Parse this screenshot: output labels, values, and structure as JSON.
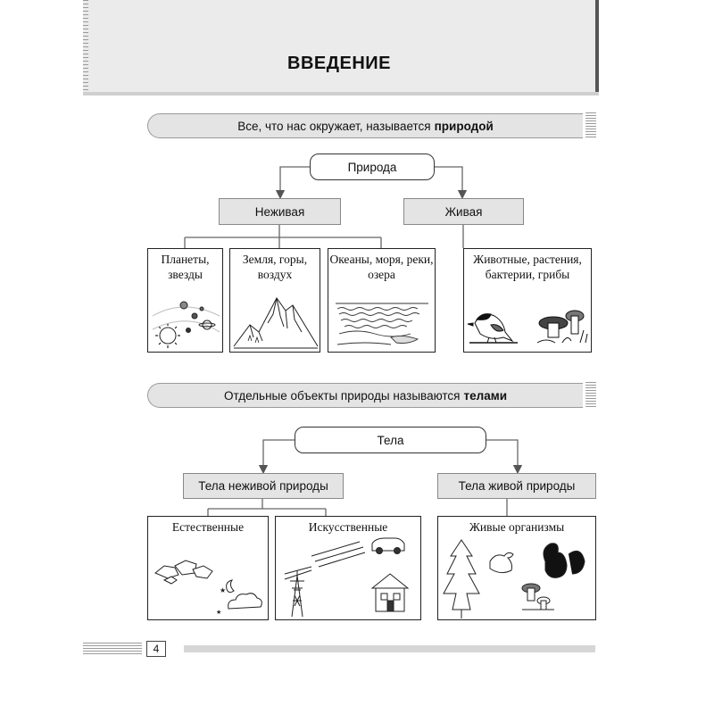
{
  "header": {
    "title": "ВВЕДЕНИЕ"
  },
  "section1": {
    "banner_text": "Все, что нас окружает, называется",
    "banner_bold": "природой",
    "root": "Природа",
    "left": "Неживая",
    "right": "Живая",
    "cards": [
      {
        "label": "Планеты, звезды"
      },
      {
        "label": "Земля, горы, воздух"
      },
      {
        "label": "Океаны, моря, реки, озера"
      },
      {
        "label": "Животные, растения, бактерии, грибы"
      }
    ]
  },
  "section2": {
    "banner_text": "Отдельные объекты природы называются",
    "banner_bold": "телами",
    "root": "Тела",
    "left": "Тела неживой природы",
    "right": "Тела живой природы",
    "cards": [
      {
        "label": "Естественные"
      },
      {
        "label": "Искусственные"
      },
      {
        "label": "Живые организмы"
      }
    ]
  },
  "footer": {
    "page_number": "4"
  }
}
